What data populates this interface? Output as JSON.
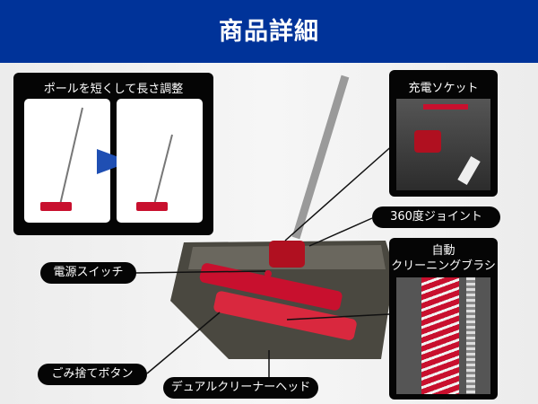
{
  "header": {
    "title": "商品詳細"
  },
  "callouts": {
    "pole": "ポールを短くして長さ調整",
    "socket": "充電ソケット",
    "joint": "360度ジョイント",
    "brush_line1": "自動",
    "brush_line2": "クリーニングブラシ",
    "switch": "電源スイッチ",
    "dust": "ごみ捨てボタン",
    "head": "デュアルクリーナーヘッド"
  },
  "colors": {
    "header": "#003399",
    "accent": "#c8102e",
    "arrow": "#1f4fb3"
  }
}
